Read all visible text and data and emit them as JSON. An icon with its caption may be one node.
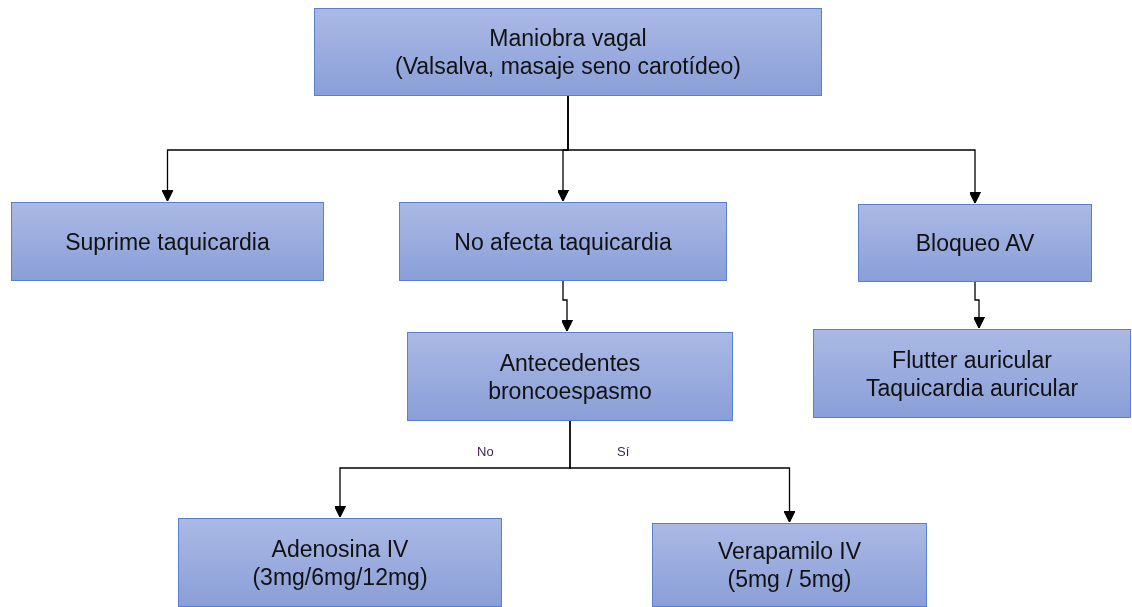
{
  "diagram": {
    "nodes": [
      {
        "text": [
          "Maniobra vagal",
          "(Valsalva, masaje seno carotídeo)"
        ]
      },
      {
        "text": [
          "Suprime taquicardia"
        ]
      },
      {
        "text": [
          "No afecta taquicardia"
        ]
      },
      {
        "text": [
          "Bloqueo AV"
        ]
      },
      {
        "text": [
          "Antecedentes broncoespasmo"
        ]
      },
      {
        "text": [
          "Flutter auricular",
          "Taquicardia auricular"
        ]
      },
      {
        "text": [
          "Adenosina IV",
          "(3mg/6mg/12mg)"
        ]
      },
      {
        "text": [
          "Verapamilo IV",
          "(5mg / 5mg)"
        ]
      }
    ],
    "edges": [
      {
        "from": 0,
        "to": 1,
        "arrow": "to"
      },
      {
        "from": 0,
        "to": 2,
        "arrow": "to"
      },
      {
        "from": 0,
        "to": 3,
        "arrow": "to"
      },
      {
        "from": 2,
        "to": 4,
        "arrow": "to"
      },
      {
        "from": 3,
        "to": 5,
        "arrow": "to"
      },
      {
        "from": 4,
        "to": 6,
        "label": "No",
        "arrow": "to"
      },
      {
        "from": 4,
        "to": 7,
        "label": "Sí",
        "arrow": "to"
      }
    ]
  }
}
